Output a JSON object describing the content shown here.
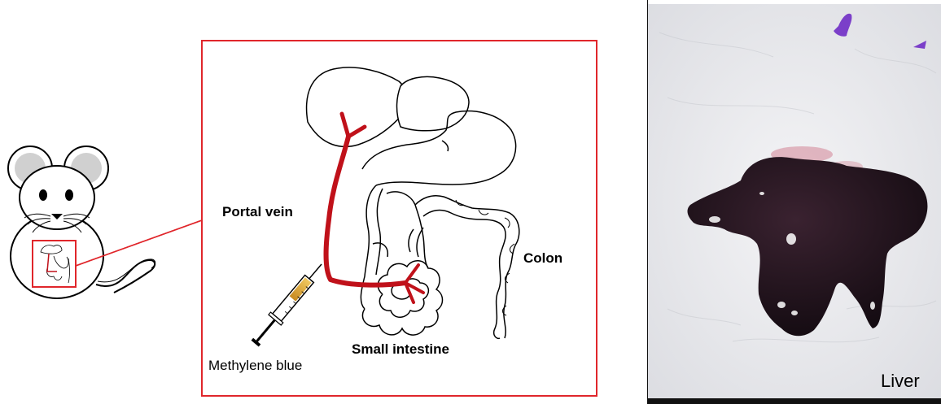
{
  "diagram": {
    "labels": {
      "portal_vein": "Portal vein",
      "colon": "Colon",
      "small_intestine": "Small intestine",
      "methylene_blue": "Methylene blue"
    },
    "photo_label": "Liver",
    "colors": {
      "frame": "#e0262b",
      "portal_vein": "#c0111a",
      "dye": "#d9a43a",
      "tissue": "#1c1218",
      "background": "#ffffff"
    },
    "icons": [
      "mouse-icon",
      "syringe-icon",
      "liver-icon",
      "stomach-icon",
      "intestine-icon",
      "colon-icon"
    ]
  }
}
